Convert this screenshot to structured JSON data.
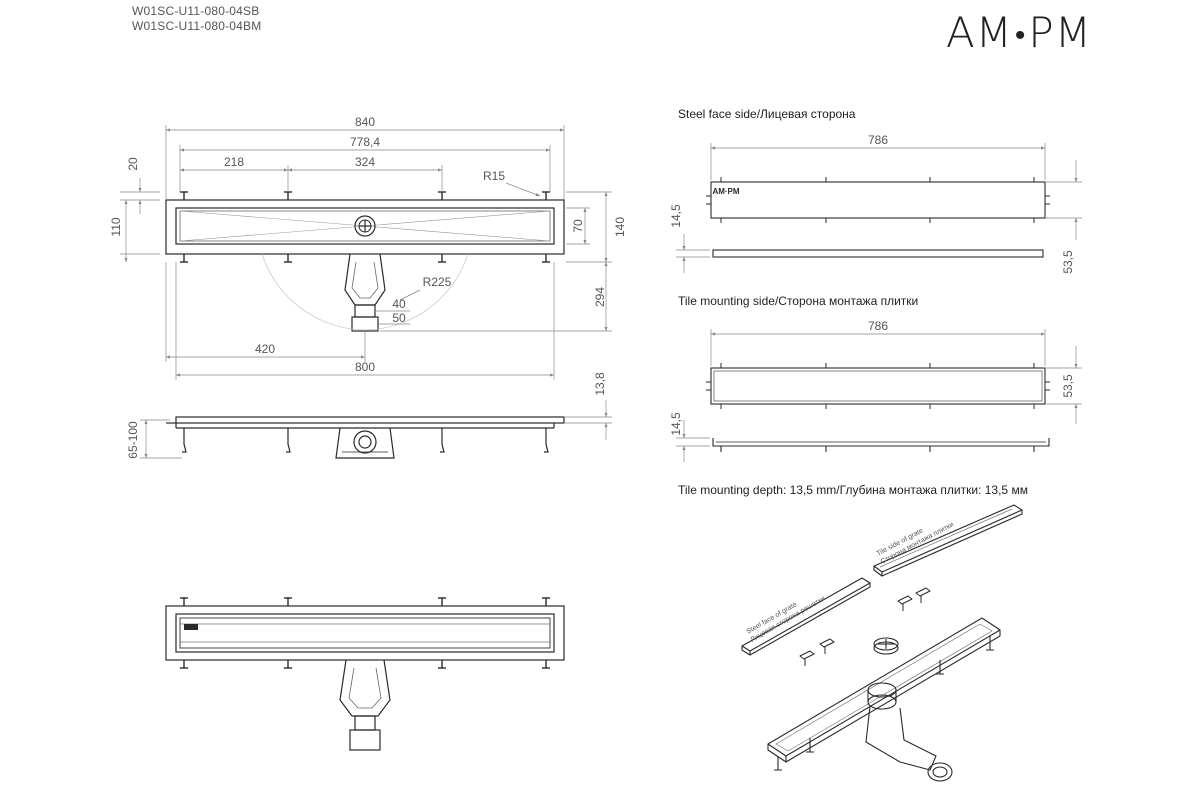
{
  "header": {
    "model_codes": [
      "W01SC-U11-080-04SB",
      "W01SC-U11-080-04BM"
    ],
    "brand": {
      "left": "AM",
      "right": "PM"
    }
  },
  "captions": {
    "steel_face": "Steel face side/Лицевая сторона",
    "tile_side": "Tile mounting side/Сторона монтажа плитки",
    "tile_depth": "Tile mounting depth: 13,5 mm/Глубина монтажа плитки: 13,5 мм"
  },
  "top_view": {
    "dim_840": "840",
    "dim_778": "778,4",
    "dim_218": "218",
    "dim_324": "324",
    "dim_20": "20",
    "dim_110": "110",
    "dim_70": "70",
    "dim_140": "140",
    "dim_294": "294",
    "dim_r15": "R15",
    "dim_r225": "R225",
    "dim_40": "40",
    "dim_50": "50",
    "dim_420": "420",
    "dim_800": "800"
  },
  "side_view": {
    "dim_13_8": "13,8",
    "dim_65_100": "65-100"
  },
  "grate_face": {
    "dim_786": "786",
    "dim_14_5": "14,5",
    "dim_53_5": "53,5",
    "mini_logo": "AM·PM"
  },
  "grate_tile": {
    "dim_786": "786",
    "dim_14_5": "14,5",
    "dim_53_5": "53,5"
  },
  "iso_view": {
    "label_tile": [
      "Tile side of grate",
      "Сторона монтажа плитки"
    ],
    "label_steel": [
      "Steel face of grate",
      "Лицевая сторона решетки"
    ]
  },
  "colors": {
    "line": "#2a2a2a",
    "dim": "#8a8a8a",
    "thin": "#bbbbbb"
  }
}
